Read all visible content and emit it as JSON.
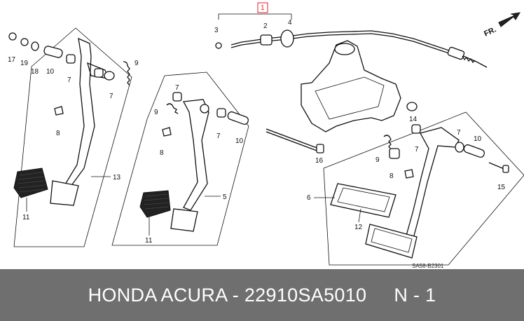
{
  "callouts": {
    "c1": "1",
    "c2": "2",
    "c3": "3",
    "c4": "4",
    "c5": "5",
    "c6": "6",
    "c7a": "7",
    "c7b": "7",
    "c7c": "7",
    "c7d": "7",
    "c7e": "7",
    "c7f": "7",
    "c8a": "8",
    "c8b": "8",
    "c8c": "8",
    "c9a": "9",
    "c9b": "9",
    "c9c": "9",
    "c10a": "10",
    "c10b": "10",
    "c10c": "10",
    "c11a": "11",
    "c11b": "11",
    "c12": "12",
    "c13": "13",
    "c14": "14",
    "c15": "15",
    "c16": "16",
    "c17": "17",
    "c18": "18",
    "c19": "19"
  },
  "fr_label": "FR.",
  "diagram_code": "SA58-B2301",
  "footer": {
    "text": "HONDA ACURA - 22910SA5010     N - 1"
  },
  "colors": {
    "footer_bg": "#6f6f6f",
    "callout_red": "#e0202a",
    "line": "#111111"
  }
}
